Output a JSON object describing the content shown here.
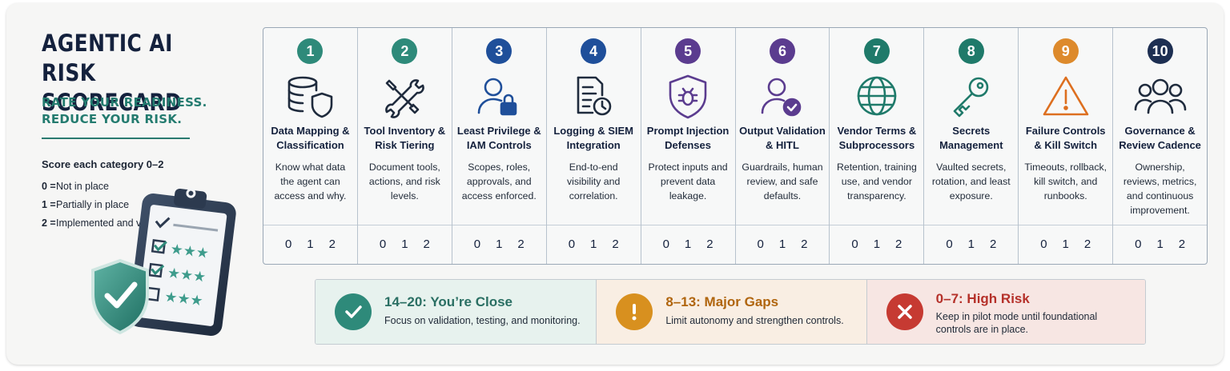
{
  "header": {
    "title_line1": "AGENTIC AI RISK",
    "title_line2": "SCORECARD",
    "subtitle_line1": "RATE YOUR READINESS.",
    "subtitle_line2": "REDUCE YOUR RISK."
  },
  "scoring": {
    "instruction": "Score each category 0–2",
    "levels": [
      {
        "value": "0",
        "sep": " = ",
        "label": "Not in place"
      },
      {
        "value": "1",
        "sep": " = ",
        "label": "Partially in place"
      },
      {
        "value": "2",
        "sep": " = ",
        "label": "Implemented and verified"
      }
    ]
  },
  "categories": [
    {
      "num": "1",
      "color": "#2e8a7a",
      "icon": "database-shield-icon",
      "title": "Data Mapping & Classification",
      "desc": "Know what data the agent can access and why.",
      "scores": [
        "0",
        "1",
        "2"
      ]
    },
    {
      "num": "2",
      "color": "#2e8a7a",
      "icon": "tools-icon",
      "title": "Tool Inventory & Risk Tiering",
      "desc": "Document tools, actions, and risk levels.",
      "scores": [
        "0",
        "1",
        "2"
      ]
    },
    {
      "num": "3",
      "color": "#1f4f9a",
      "icon": "user-lock-icon",
      "title": "Least Privilege & IAM Controls",
      "desc": "Scopes, roles, approvals, and access enforced.",
      "scores": [
        "0",
        "1",
        "2"
      ]
    },
    {
      "num": "4",
      "color": "#1f4f9a",
      "icon": "log-clock-icon",
      "title": "Logging & SIEM Integration",
      "desc": "End-to-end visibility and correlation.",
      "scores": [
        "0",
        "1",
        "2"
      ]
    },
    {
      "num": "5",
      "color": "#5b3c8f",
      "icon": "bug-shield-icon",
      "title": "Prompt Injection Defenses",
      "desc": "Protect inputs and prevent data leakage.",
      "scores": [
        "0",
        "1",
        "2"
      ]
    },
    {
      "num": "6",
      "color": "#5b3c8f",
      "icon": "user-check-icon",
      "title": "Output Validation & HITL",
      "desc": "Guardrails, human review, and safe defaults.",
      "scores": [
        "0",
        "1",
        "2"
      ]
    },
    {
      "num": "7",
      "color": "#1f7a6a",
      "icon": "globe-icon",
      "title": "Vendor Terms & Subprocessors",
      "desc": "Retention, training use, and vendor transparency.",
      "scores": [
        "0",
        "1",
        "2"
      ]
    },
    {
      "num": "8",
      "color": "#1f7a6a",
      "icon": "key-icon",
      "title": "Secrets Management",
      "desc": "Vaulted secrets, rotation, and least exposure.",
      "scores": [
        "0",
        "1",
        "2"
      ]
    },
    {
      "num": "9",
      "color": "#dd8a2c",
      "icon": "warning-icon",
      "title": "Failure Controls & Kill Switch",
      "desc": "Timeouts, rollback, kill switch, and runbooks.",
      "scores": [
        "0",
        "1",
        "2"
      ]
    },
    {
      "num": "10",
      "color": "#1d2f52",
      "icon": "team-icon",
      "title": "Governance & Review Cadence",
      "desc": "Ownership, reviews, metrics, and continuous improvement.",
      "scores": [
        "0",
        "1",
        "2"
      ]
    }
  ],
  "bands": [
    {
      "icon": "check-icon",
      "color": "#2e8a7a",
      "title": "14–20: You’re Close",
      "desc": "Focus on validation, testing, and monitoring."
    },
    {
      "icon": "exclamation-icon",
      "color": "#c7770f",
      "title": "8–13: Major Gaps",
      "desc": "Limit autonomy and strengthen controls."
    },
    {
      "icon": "x-icon",
      "color": "#c63a32",
      "title": "0–7: High Risk",
      "desc": "Keep in pilot mode until foundational controls are in place."
    }
  ]
}
